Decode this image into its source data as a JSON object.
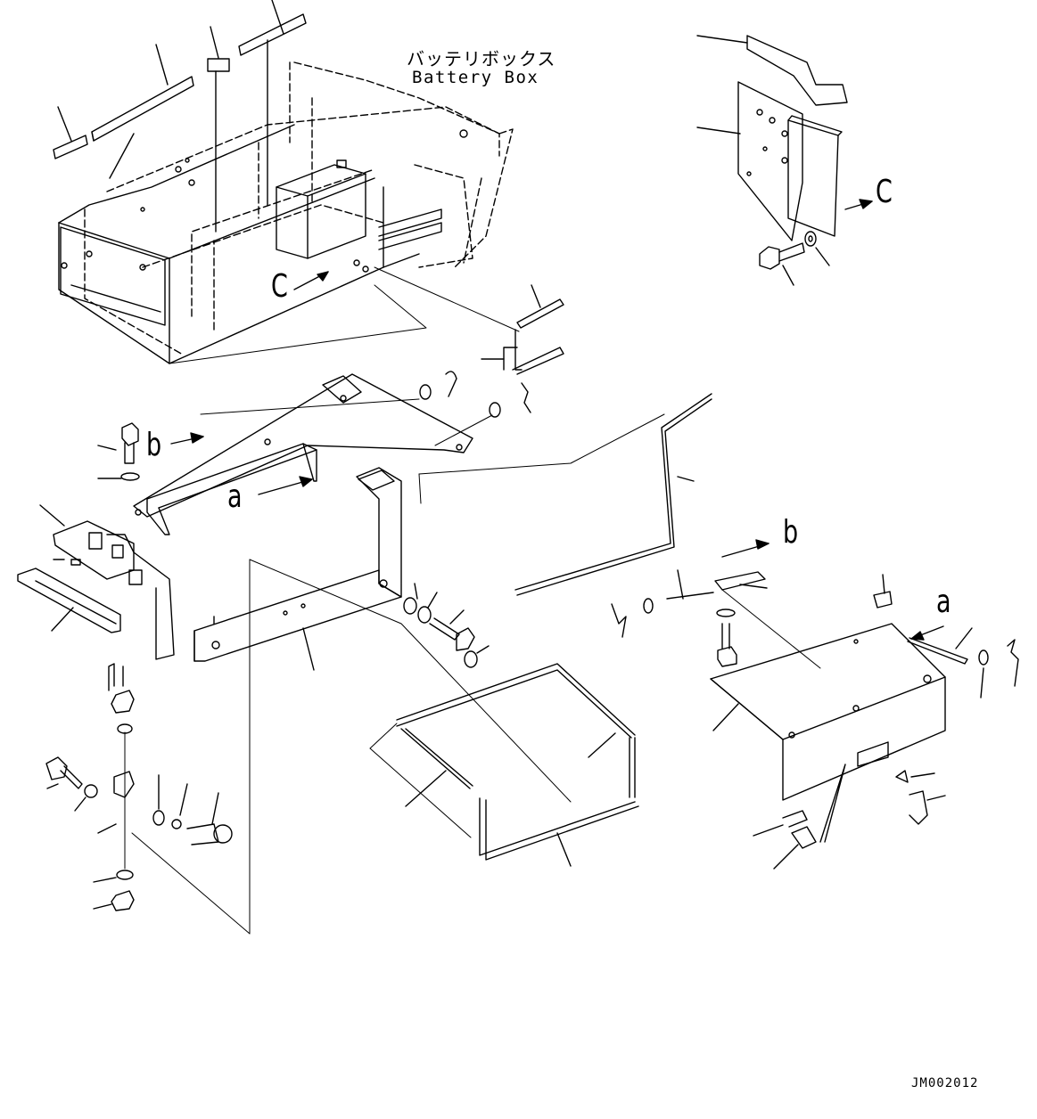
{
  "title": {
    "japanese": "バッテリボックス",
    "english": "Battery Box"
  },
  "labels": {
    "view_c_top": "C",
    "view_c_main": "C",
    "view_a_main": "a",
    "view_a_right": "a",
    "view_b_main": "b",
    "view_b_right": "b"
  },
  "drawing_code": "JM002012",
  "colors": {
    "ink": "#000000",
    "paper": "#ffffff"
  }
}
